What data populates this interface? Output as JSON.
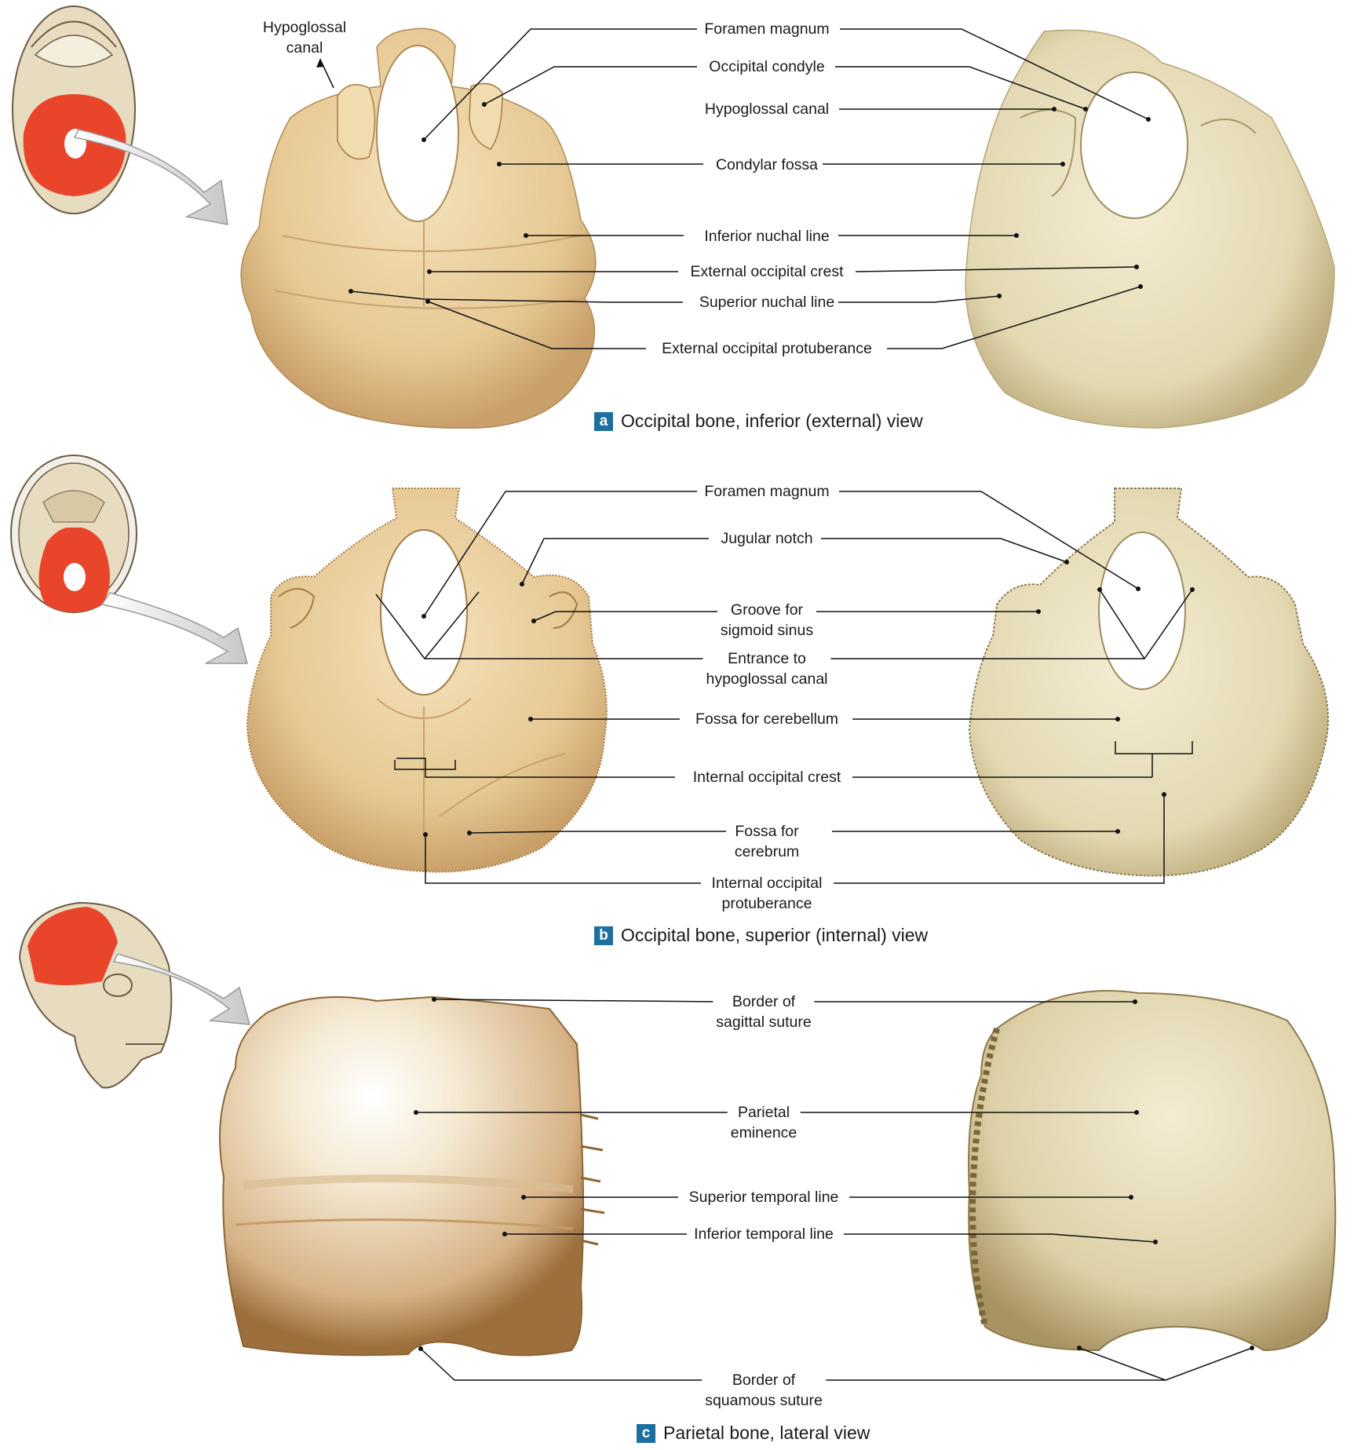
{
  "panels": {
    "a": {
      "badge": "a",
      "caption": "Occipital bone, inferior (external) view",
      "labels": {
        "hypoglossal_canal_top": [
          "Hypoglossal",
          "canal"
        ],
        "foramen_magnum": "Foramen magnum",
        "occipital_condyle": "Occipital condyle",
        "hypoglossal_canal": "Hypoglossal canal",
        "condylar_fossa": "Condylar fossa",
        "inferior_nuchal_line": "Inferior nuchal line",
        "external_occipital_crest": "External occipital crest",
        "superior_nuchal_line": "Superior nuchal line",
        "external_occipital_protuberance": "External occipital protuberance"
      }
    },
    "b": {
      "badge": "b",
      "caption": "Occipital bone, superior (internal) view",
      "labels": {
        "foramen_magnum": "Foramen magnum",
        "jugular_notch": "Jugular notch",
        "groove_sigmoid_sinus": [
          "Groove for",
          "sigmoid sinus"
        ],
        "entrance_hypoglossal_canal": [
          "Entrance to",
          "hypoglossal canal"
        ],
        "fossa_cerebellum": "Fossa for cerebellum",
        "internal_occipital_crest": "Internal occipital crest",
        "fossa_cerebrum": [
          "Fossa for",
          "cerebrum"
        ],
        "internal_occipital_protuberance": [
          "Internal occipital",
          "protuberance"
        ]
      }
    },
    "c": {
      "badge": "c",
      "caption": "Parietal bone, lateral view",
      "labels": {
        "border_sagittal_suture": [
          "Border of",
          "sagittal suture"
        ],
        "parietal_eminence": [
          "Parietal",
          "eminence"
        ],
        "superior_temporal_line": "Superior temporal line",
        "inferior_temporal_line": "Inferior temporal line",
        "border_squamous_suture": [
          "Border of",
          "squamous suture"
        ]
      }
    }
  },
  "colors": {
    "highlight": "#e8452a",
    "badge": "#1e6fa0",
    "illustration_bone": "#e9cf9e",
    "photo_bone": "#e9e0bd"
  }
}
